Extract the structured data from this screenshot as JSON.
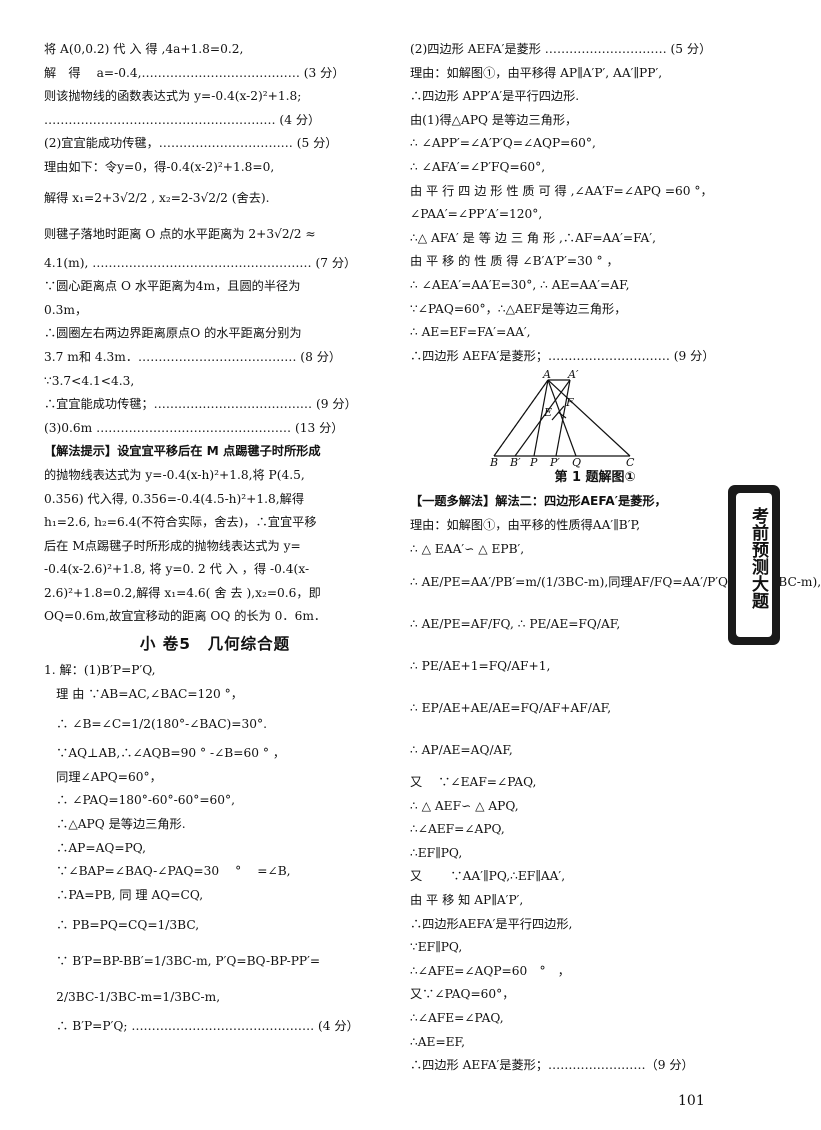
{
  "left_lines": [
    {
      "text": "将 A(0,0.2) 代 入 得 ,4a+1.8=0.2,",
      "cls": ""
    },
    {
      "text": "解　得　 a=-0.4,………………………………… (3 分）",
      "cls": ""
    },
    {
      "text": "则该抛物线的函数表达式为 y=-0.4(x-2)²+1.8;",
      "cls": ""
    },
    {
      "text": "………………………………………………… (4 分）",
      "cls": ""
    },
    {
      "text": "(2)宜宜能成功传毽，…………………………… (5 分）",
      "cls": ""
    },
    {
      "text": "理由如下：令y=0，得-0.4(x-2)²+1.8=0,",
      "cls": ""
    },
    {
      "text": "解得 x₁=2+3√2/2 , x₂=2-3√2/2 (舍去).",
      "cls": "tall"
    },
    {
      "text": "则毽子落地时距离 O 点的水平距离为 2+3√2/2 ≈",
      "cls": "tall"
    },
    {
      "text": "4.1(m), ……………………………………………… (7 分）",
      "cls": ""
    },
    {
      "text": "∵圆心距离点 O 水平距离为4m，且圆的半径为",
      "cls": ""
    },
    {
      "text": "0.3m，",
      "cls": ""
    },
    {
      "text": "∴圆圈左右两边界距离原点O 的水平距离分别为",
      "cls": ""
    },
    {
      "text": "3.7 m和 4.3m．………………………………… (8 分）",
      "cls": ""
    },
    {
      "text": "∵3.7<4.1<4.3,",
      "cls": ""
    },
    {
      "text": "∴宜宜能成功传毽；………………………………… (9 分）",
      "cls": ""
    },
    {
      "text": "(3)0.6m ………………………………………… (13 分）",
      "cls": ""
    },
    {
      "text": "【解法提示】设宜宜平移后在 M 点踢毽子时所形成",
      "cls": ""
    },
    {
      "text": "的抛物线表达式为 y=-0.4(x-h)²+1.8,将 P(4.5,",
      "cls": ""
    },
    {
      "text": "0.356) 代入得, 0.356=-0.4(4.5-h)²+1.8,解得",
      "cls": ""
    },
    {
      "text": "h₁=2.6, h₂=6.4(不符合实际，舍去)，∴宜宜平移",
      "cls": ""
    },
    {
      "text": "后在 M点踢毽子时所形成的抛物线表达式为 y=",
      "cls": ""
    },
    {
      "text": "-0.4(x-2.6)²+1.8, 将 y=0. 2 代 入 ，得 -0.4(x-",
      "cls": ""
    },
    {
      "text": "2.6)²+1.8=0.2,解得 x₁=4.6( 舍 去 ),x₂=0.6，即",
      "cls": ""
    },
    {
      "text": "OQ=0.6m,故宜宜移动的距离 OQ 的长为 0．6m．",
      "cls": ""
    }
  ],
  "section_title": "小 卷5　几何综合题",
  "left_lines2": [
    {
      "text": "1. 解：(1)B′P=P′Q,",
      "cls": ""
    },
    {
      "text": "　理 由 ∵AB=AC,∠BAC=120 °，",
      "cls": ""
    },
    {
      "text": "　∴ ∠B=∠C=1/2(180°-∠BAC)=30°.",
      "cls": "tall"
    },
    {
      "text": "　∵AQ⊥AB,∴∠AQB=90 ° -∠B=60 ° ，",
      "cls": ""
    },
    {
      "text": "　同理∠APQ=60°，",
      "cls": ""
    },
    {
      "text": "　∴ ∠PAQ=180°-60°-60°=60°,",
      "cls": ""
    },
    {
      "text": "　∴△APQ 是等边三角形.",
      "cls": ""
    },
    {
      "text": "　∴AP=AQ=PQ,",
      "cls": ""
    },
    {
      "text": "　∵∠BAP=∠BAQ-∠PAQ=30　 °　 =∠B,",
      "cls": ""
    },
    {
      "text": "　∴PA=PB, 同 理 AQ=CQ,",
      "cls": ""
    },
    {
      "text": "　∴ PB=PQ=CQ=1/3BC,",
      "cls": "tall"
    },
    {
      "text": "　∵ B′P=BP-BB′=1/3BC-m, P′Q=BQ-BP-PP′=",
      "cls": "tall"
    },
    {
      "text": "　2/3BC-1/3BC-m=1/3BC-m,",
      "cls": "tall"
    },
    {
      "text": "　∴ B′P=P′Q; ……………………………………… (4 分）",
      "cls": ""
    }
  ],
  "right_lines": [
    {
      "text": "(2)四边形 AEFA′是菱形 ………………………… (5 分）",
      "cls": ""
    },
    {
      "text": "理由：如解图①，由平移得 AP∥A′P′, AA′∥PP′,",
      "cls": ""
    },
    {
      "text": "∴四边形 APP′A′是平行四边形.",
      "cls": ""
    },
    {
      "text": "由(1)得△APQ 是等边三角形，",
      "cls": ""
    },
    {
      "text": "∴ ∠APP′=∠A′P′Q=∠AQP=60°,",
      "cls": ""
    },
    {
      "text": "∴ ∠AFA′=∠P′FQ=60°,",
      "cls": ""
    },
    {
      "text": "由 平 行 四 边 形 性 质 可 得 ,∠AA′F=∠APQ =60 °，",
      "cls": ""
    },
    {
      "text": "∠PAA′=∠PP′A′=120°,",
      "cls": ""
    },
    {
      "text": "∴△ AFA′ 是 等 边 三 角 形 ,∴AF=AA′=FA′,",
      "cls": ""
    },
    {
      "text": "由 平 移 的 性 质 得 ∠B′A′P′=30 ° ，",
      "cls": ""
    },
    {
      "text": "∴ ∠AEA′=AA′E=30°, ∴ AE=AA′=AF,",
      "cls": ""
    },
    {
      "text": "∵∠PAQ=60°，∴△AEF是等边三角形，",
      "cls": ""
    },
    {
      "text": "∴ AE=EF=FA′=AA′,",
      "cls": ""
    },
    {
      "text": "∴四边形 AEFA′是菱形；………………………… (9 分）",
      "cls": ""
    }
  ],
  "figure": {
    "labels": {
      "A": "A",
      "A2": "A′",
      "E": "E",
      "F": "F",
      "B": "B",
      "B2": "B′",
      "P": "P",
      "P2": "P′",
      "Q": "Q",
      "C": "C"
    },
    "caption": "第 1 题解图①"
  },
  "right_lines2": [
    {
      "text": "【一题多解法】解法二：四边形AEFA′是菱形，",
      "cls": ""
    },
    {
      "text": "理由：如解图①，由平移的性质得AA′∥B′P,",
      "cls": ""
    },
    {
      "text": "∴ △ EAA′∽ △ EPB′,",
      "cls": ""
    },
    {
      "text": "∴ AE/PE=AA′/PB′=m/(1/3BC-m),同理AF/FQ=AA′/P′Q=m/(1/3BC-m),",
      "cls": "frac"
    },
    {
      "text": "∴ AE/PE=AF/FQ, ∴ PE/AE=FQ/AF,",
      "cls": "frac"
    },
    {
      "text": "∴ PE/AE+1=FQ/AF+1,",
      "cls": "frac"
    },
    {
      "text": "∴ EP/AE+AE/AE=FQ/AF+AF/AF,",
      "cls": "frac"
    },
    {
      "text": "∴ AP/AE=AQ/AF,",
      "cls": "frac"
    },
    {
      "text": "又　 ∵∠EAF=∠PAQ,",
      "cls": ""
    },
    {
      "text": "∴ △ AEF∽ △ APQ,",
      "cls": ""
    },
    {
      "text": "∴∠AEF=∠APQ,",
      "cls": ""
    },
    {
      "text": "∴EF∥PQ,",
      "cls": ""
    },
    {
      "text": "又　　 ∵AA′∥PQ,∴EF∥AA′,",
      "cls": ""
    },
    {
      "text": "由 平 移 知 AP∥A′P′,",
      "cls": ""
    },
    {
      "text": "∴四边形AEFA′是平行四边形,",
      "cls": ""
    },
    {
      "text": "∵EF∥PQ,",
      "cls": ""
    },
    {
      "text": "∴∠AFE=∠AQP=60　°　，",
      "cls": ""
    },
    {
      "text": "又∵∠PAQ=60°，",
      "cls": ""
    },
    {
      "text": "∴∠AFE=∠PAQ,",
      "cls": ""
    },
    {
      "text": "∴AE=EF,",
      "cls": ""
    },
    {
      "text": "∴四边形 AEFA′是菱形；……………………（9 分）",
      "cls": ""
    }
  ],
  "side_tab": "考前预测大题",
  "page_number": "101"
}
